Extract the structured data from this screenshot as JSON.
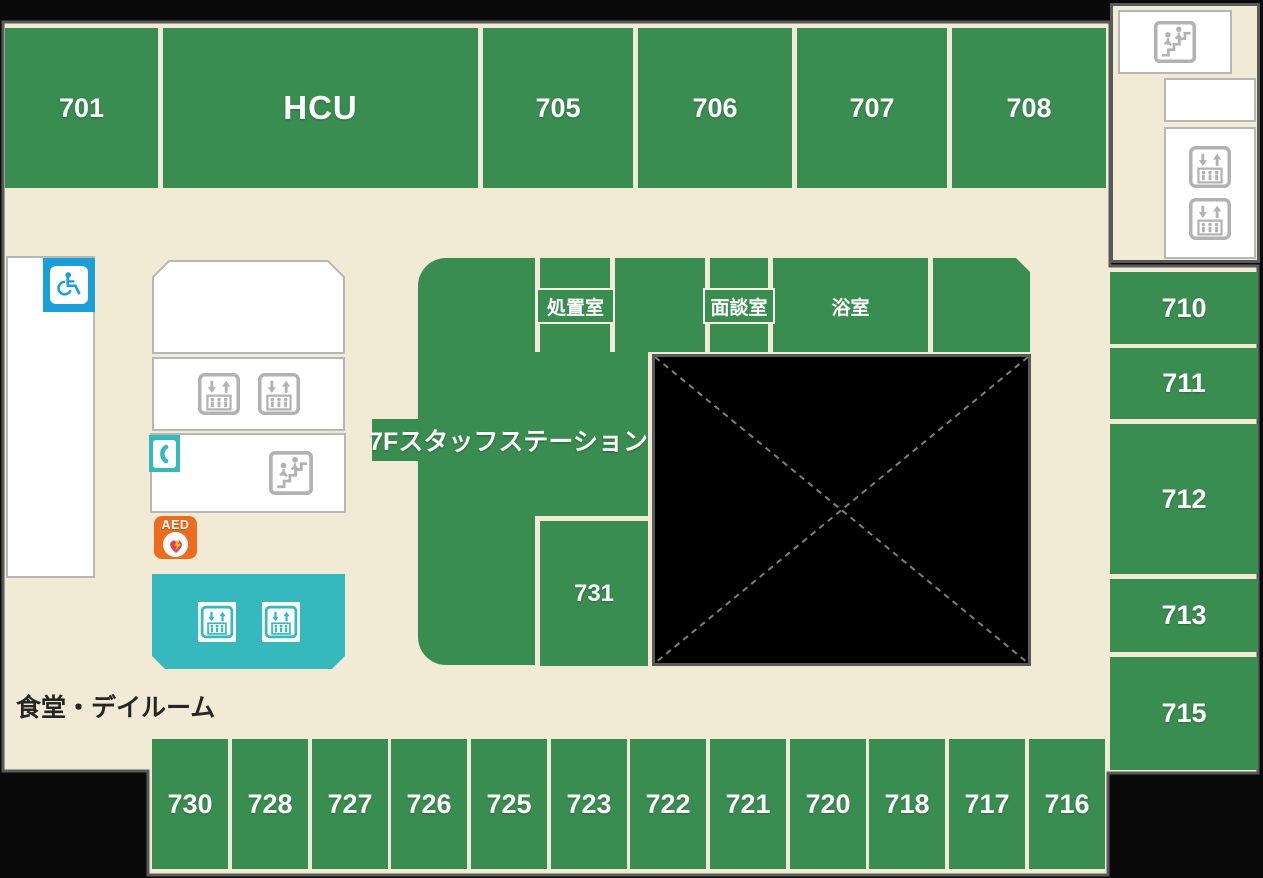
{
  "palette": {
    "green": "#3a8d51",
    "cream": "#f1ead4",
    "border-dark": "#58595b",
    "box-border": "#b7b7b7",
    "icon-gray": "#b2b2b2",
    "teal": "#35b9bd",
    "blue": "#1a9fd8",
    "orange": "#ed6c1e",
    "heart": "#e63c5f",
    "bolt": "#ffd200",
    "text-dark": "#262626",
    "bg": "#0a0a0a",
    "white": "#ffffff"
  },
  "map": {
    "rooms_top": [
      "701",
      "HCU",
      "705",
      "706",
      "707",
      "708"
    ],
    "rooms_right": [
      "710",
      "711",
      "712",
      "713",
      "715"
    ],
    "rooms_bottom": [
      "730",
      "728",
      "727",
      "726",
      "725",
      "723",
      "722",
      "721",
      "720",
      "718",
      "717",
      "716"
    ],
    "inner_rooms": {
      "treatment": "処置室",
      "interview": "面談室",
      "bath": "浴室",
      "room_731": "731"
    },
    "staff_station": "7Fスタッフステーション",
    "dining": "食堂・デイルーム",
    "aed": "AED",
    "icons": {
      "stairs": "stairs-icon",
      "elevator": "elevator-icon",
      "accessible": "wheelchair-icon",
      "phone": "phone-icon",
      "aed": "aed-heart-icon"
    }
  }
}
